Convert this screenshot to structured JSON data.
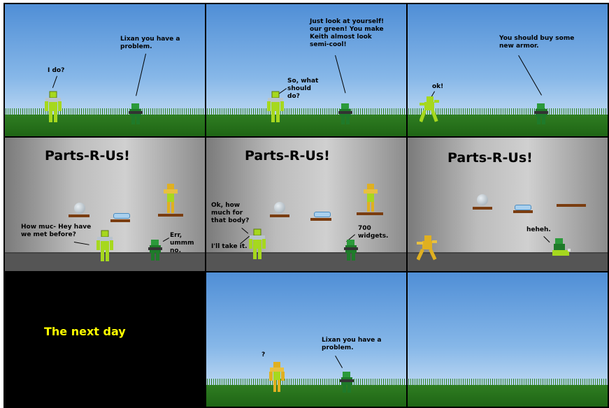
{
  "panels": {
    "p1": {
      "speech": [
        "Lixan you have a\nproblem.",
        "I do?"
      ]
    },
    "p2": {
      "speech": [
        "Just look at yourself!\nour green! You make\nKeith almost look\nsemi-cool!",
        "So, what\nshould\ndo?"
      ]
    },
    "p3": {
      "speech": [
        "You should buy some\nnew armor.",
        "ok!"
      ]
    },
    "p4": {
      "sign": "Parts-R-Us!",
      "speech": [
        "How muc- Hey have\nwe met before?",
        "Err,\nummm\nno."
      ]
    },
    "p5": {
      "sign": "Parts-R-Us!",
      "speech": [
        "Ok, how\nmuch for\nthat body?",
        "I'll take it.",
        "700\nwidgets."
      ]
    },
    "p6": {
      "sign": "Parts-R-Us!",
      "speech": [
        "heheh."
      ]
    },
    "p7": {
      "caption": "The next day"
    },
    "p8": {
      "speech": [
        "Lixan you have a\nproblem.",
        "?"
      ]
    }
  },
  "colors": {
    "sky_top": "#4f8ed6",
    "grass": "#1e6414",
    "caption": "#ffff00",
    "lime_figure": "#a6d81e",
    "gold_figure": "#e0b020",
    "green_figure": "#1f7a2a"
  }
}
